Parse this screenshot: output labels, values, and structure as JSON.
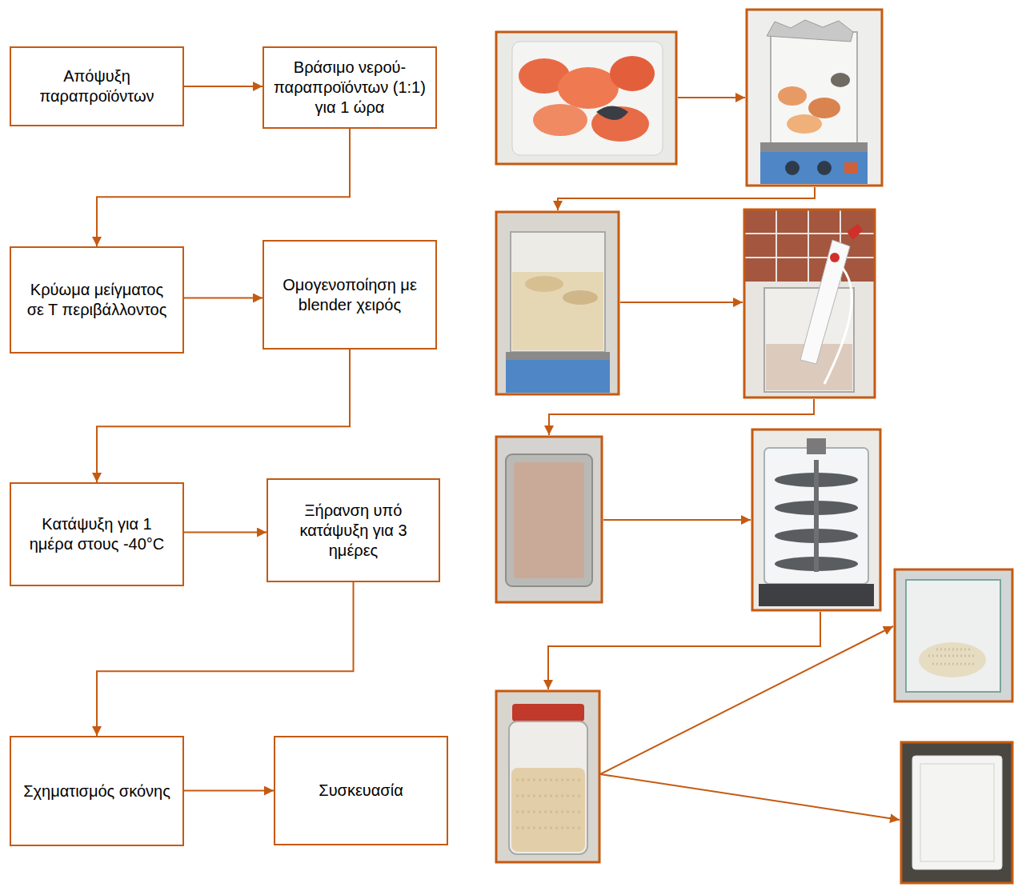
{
  "diagram": {
    "nodes": [
      {
        "text": [
          "Απόψυξη παραπροϊόντων"
        ]
      },
      {
        "text": [
          "Βράσιμο νερού-παραπροϊόντων (1:1) για 1 ώρα"
        ]
      },
      {
        "text": [
          "Κρύωμα μείγματος σε Τ περιβάλλοντος"
        ]
      },
      {
        "text": [
          "Ομογενοποίηση με blender χειρός"
        ]
      },
      {
        "text": [
          "Κατάψυξη για 1 ημέρα στους -40°C"
        ]
      },
      {
        "text": [
          "Ξήρανση υπό κατάψυξη για 3 ημέρες"
        ]
      },
      {
        "text": [
          "Σχηματισμός σκόνης"
        ]
      },
      {
        "text": [
          "Συσκευασία"
        ]
      }
    ],
    "edges": [
      {
        "from": 0,
        "to": 1,
        "arrow": "to"
      },
      {
        "from": 1,
        "to": 2,
        "arrow": "to"
      },
      {
        "from": 2,
        "to": 3,
        "arrow": "to"
      },
      {
        "from": 3,
        "to": 4,
        "arrow": "to"
      },
      {
        "from": 4,
        "to": 5,
        "arrow": "to"
      },
      {
        "from": 5,
        "to": 6,
        "arrow": "to"
      },
      {
        "from": 6,
        "to": 7,
        "arrow": "to"
      }
    ]
  }
}
